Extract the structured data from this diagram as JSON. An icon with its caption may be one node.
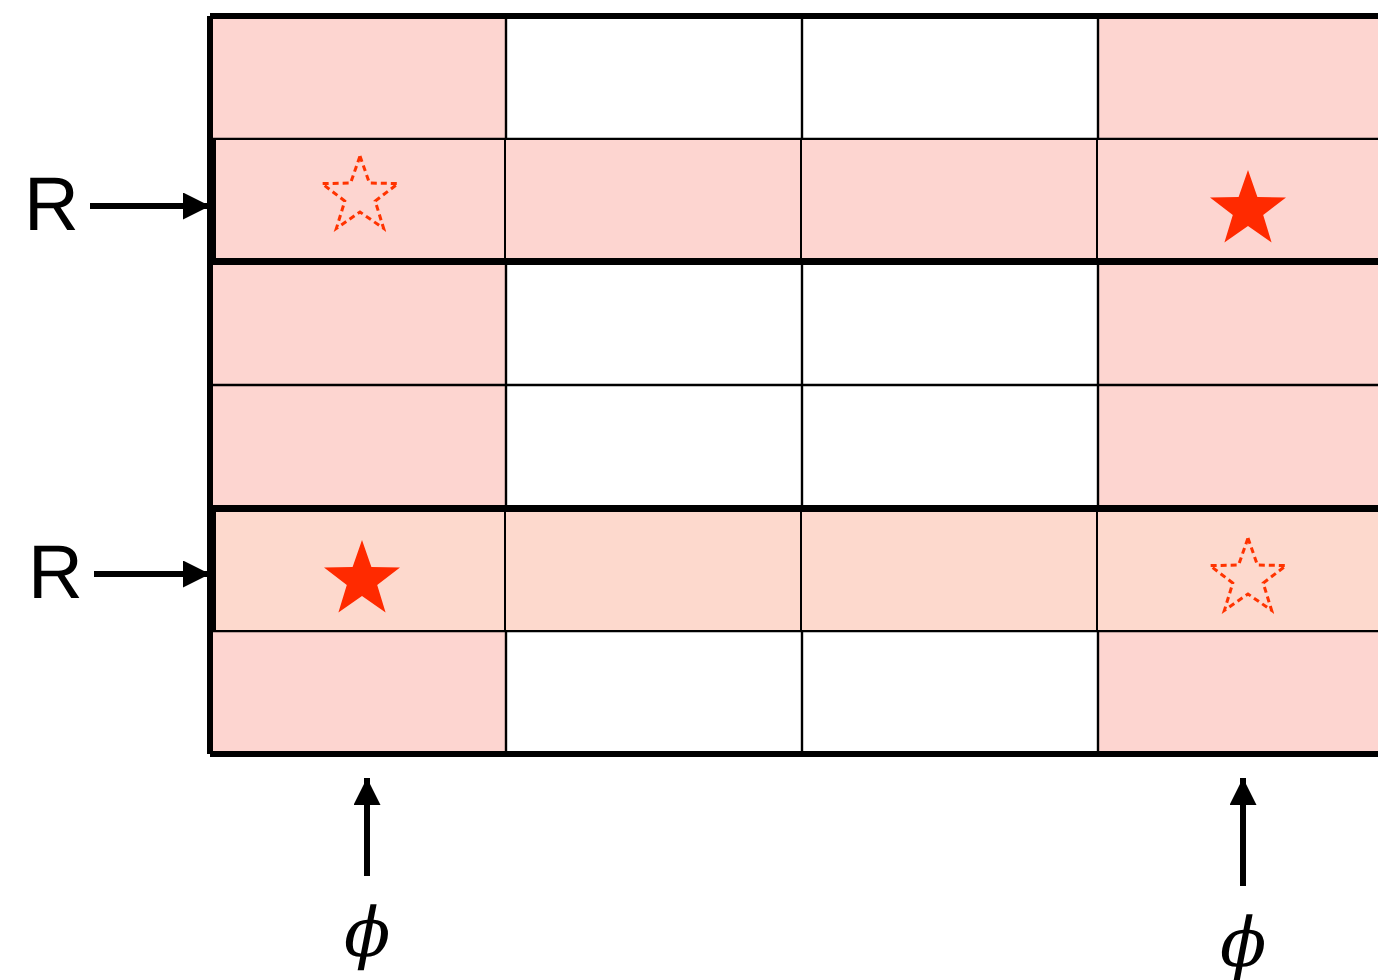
{
  "diagram": {
    "nodes": [
      {
        "text": [
          "R"
        ]
      },
      {
        "text": [
          "R"
        ]
      },
      {
        "text": [],
        "shape": "bar"
      },
      {
        "text": [],
        "shape": "bar"
      },
      {
        "text": [],
        "shape": "bar"
      },
      {
        "text": [],
        "shape": "bar"
      },
      {
        "text": [
          "ϕ"
        ]
      },
      {
        "text": [
          "ϕ"
        ]
      }
    ],
    "edges": [
      {
        "from": 0,
        "to": 2,
        "arrow": "to"
      },
      {
        "from": 1,
        "to": 3,
        "arrow": "to"
      },
      {
        "from": 6,
        "to": 4,
        "arrow": "to"
      },
      {
        "from": 7,
        "to": 5,
        "arrow": "to"
      }
    ]
  }
}
